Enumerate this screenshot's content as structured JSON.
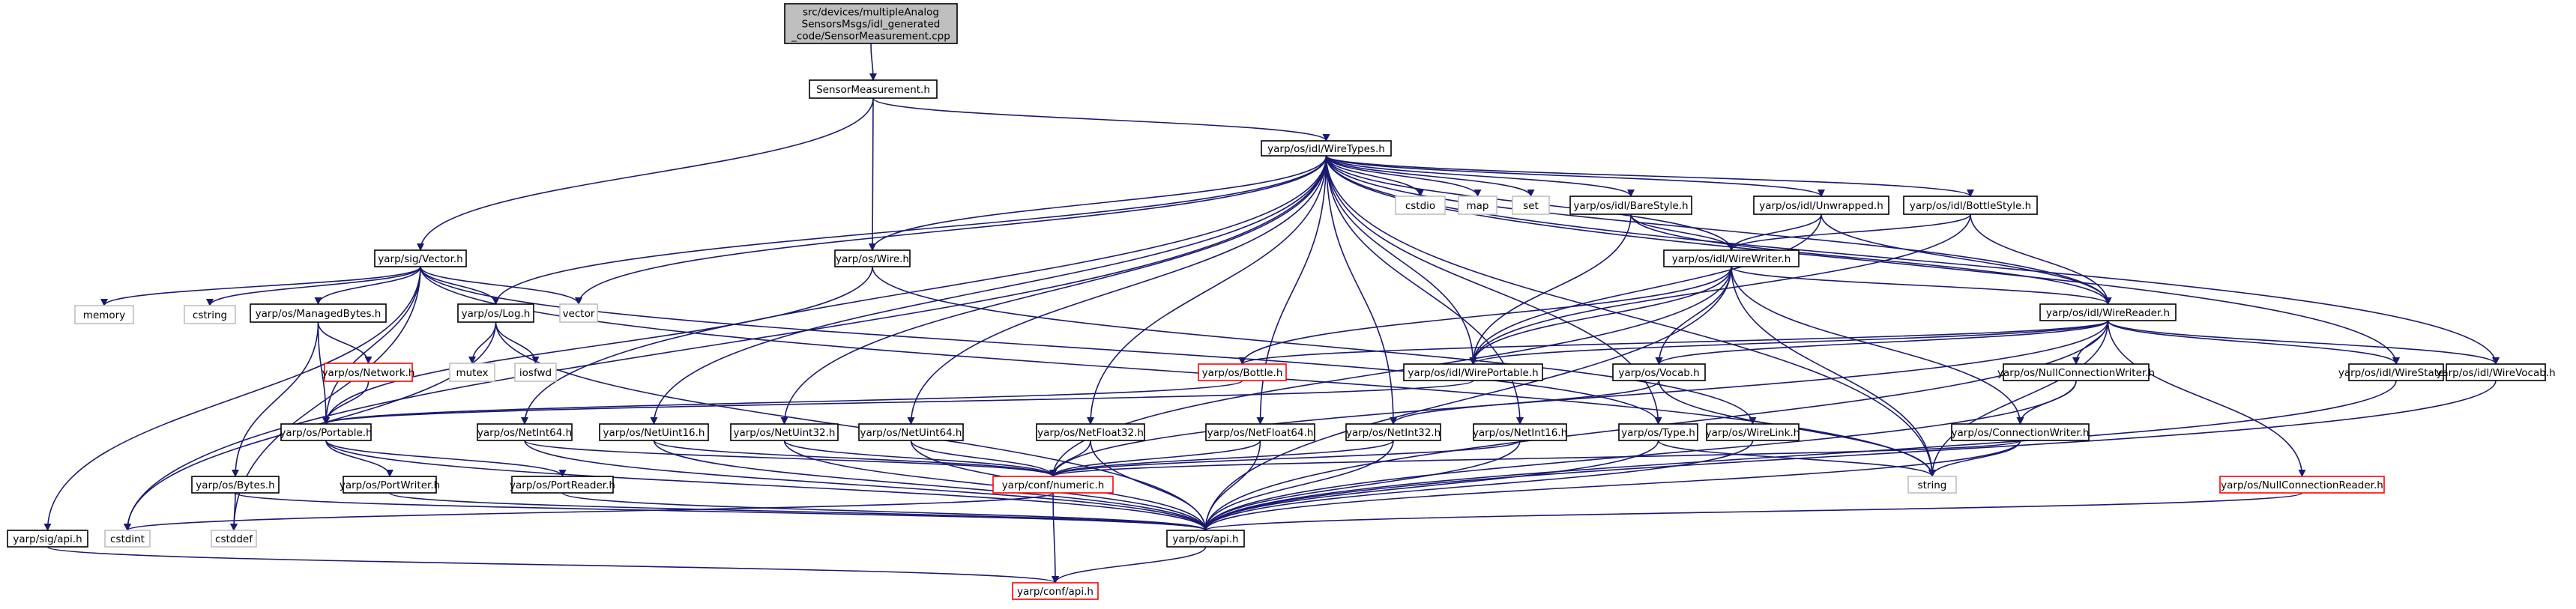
{
  "colors": {
    "edge": "#191970",
    "box_border": "#000000",
    "external_border": "#bfbfbf",
    "error_border": "#ff0000",
    "root_fill": "#bfbfbf",
    "text": "#000000",
    "external_text": "#000000"
  },
  "nodes": [
    {
      "id": "root",
      "lines": [
        "src/devices/multipleAnalog",
        "SensorsMsgs/idl_generated",
        "_code/SensorMeasurement.cpp"
      ],
      "kind": "root"
    },
    {
      "id": "sm",
      "lines": [
        "SensorMeasurement.h"
      ],
      "kind": "normal"
    },
    {
      "id": "wiretypes",
      "lines": [
        "yarp/os/idl/WireTypes.h"
      ],
      "kind": "normal"
    },
    {
      "id": "vector_h",
      "lines": [
        "yarp/sig/Vector.h"
      ],
      "kind": "normal"
    },
    {
      "id": "wire",
      "lines": [
        "yarp/os/Wire.h"
      ],
      "kind": "normal"
    },
    {
      "id": "cstdio",
      "lines": [
        "cstdio"
      ],
      "kind": "external"
    },
    {
      "id": "map",
      "lines": [
        "map"
      ],
      "kind": "external"
    },
    {
      "id": "set",
      "lines": [
        "set"
      ],
      "kind": "external"
    },
    {
      "id": "barestyle",
      "lines": [
        "yarp/os/idl/BareStyle.h"
      ],
      "kind": "normal"
    },
    {
      "id": "unwrapped",
      "lines": [
        "yarp/os/idl/Unwrapped.h"
      ],
      "kind": "normal"
    },
    {
      "id": "bottlestyle",
      "lines": [
        "yarp/os/idl/BottleStyle.h"
      ],
      "kind": "normal"
    },
    {
      "id": "wirewriter",
      "lines": [
        "yarp/os/idl/WireWriter.h"
      ],
      "kind": "normal"
    },
    {
      "id": "wirereader",
      "lines": [
        "yarp/os/idl/WireReader.h"
      ],
      "kind": "normal"
    },
    {
      "id": "memory",
      "lines": [
        "memory"
      ],
      "kind": "external"
    },
    {
      "id": "cstring",
      "lines": [
        "cstring"
      ],
      "kind": "external"
    },
    {
      "id": "managedbytes",
      "lines": [
        "yarp/os/ManagedBytes.h"
      ],
      "kind": "normal"
    },
    {
      "id": "log",
      "lines": [
        "yarp/os/Log.h"
      ],
      "kind": "normal"
    },
    {
      "id": "vector",
      "lines": [
        "vector"
      ],
      "kind": "external"
    },
    {
      "id": "network",
      "lines": [
        "yarp/os/Network.h"
      ],
      "kind": "error"
    },
    {
      "id": "mutex",
      "lines": [
        "mutex"
      ],
      "kind": "external"
    },
    {
      "id": "iosfwd",
      "lines": [
        "iosfwd"
      ],
      "kind": "external"
    },
    {
      "id": "wireportable",
      "lines": [
        "yarp/os/idl/WirePortable.h"
      ],
      "kind": "normal"
    },
    {
      "id": "bottle",
      "lines": [
        "yarp/os/Bottle.h"
      ],
      "kind": "error"
    },
    {
      "id": "vocab",
      "lines": [
        "yarp/os/Vocab.h"
      ],
      "kind": "normal"
    },
    {
      "id": "nullconnwriter",
      "lines": [
        "yarp/os/NullConnectionWriter.h"
      ],
      "kind": "normal"
    },
    {
      "id": "wirestate",
      "lines": [
        "yarp/os/idl/WireState.h"
      ],
      "kind": "normal"
    },
    {
      "id": "wirevocab",
      "lines": [
        "yarp/os/idl/WireVocab.h"
      ],
      "kind": "normal"
    },
    {
      "id": "portable",
      "lines": [
        "yarp/os/Portable.h"
      ],
      "kind": "normal"
    },
    {
      "id": "netint64",
      "lines": [
        "yarp/os/NetInt64.h"
      ],
      "kind": "normal"
    },
    {
      "id": "netuint16",
      "lines": [
        "yarp/os/NetUint16.h"
      ],
      "kind": "normal"
    },
    {
      "id": "netuint32",
      "lines": [
        "yarp/os/NetUint32.h"
      ],
      "kind": "normal"
    },
    {
      "id": "netuint64",
      "lines": [
        "yarp/os/NetUint64.h"
      ],
      "kind": "normal"
    },
    {
      "id": "netfloat32",
      "lines": [
        "yarp/os/NetFloat32.h"
      ],
      "kind": "normal"
    },
    {
      "id": "netfloat64",
      "lines": [
        "yarp/os/NetFloat64.h"
      ],
      "kind": "normal"
    },
    {
      "id": "netint32",
      "lines": [
        "yarp/os/NetInt32.h"
      ],
      "kind": "normal"
    },
    {
      "id": "netint16",
      "lines": [
        "yarp/os/NetInt16.h"
      ],
      "kind": "normal"
    },
    {
      "id": "type",
      "lines": [
        "yarp/os/Type.h"
      ],
      "kind": "normal"
    },
    {
      "id": "wirelink",
      "lines": [
        "yarp/os/WireLink.h"
      ],
      "kind": "normal"
    },
    {
      "id": "connwriter",
      "lines": [
        "yarp/os/ConnectionWriter.h"
      ],
      "kind": "normal"
    },
    {
      "id": "string",
      "lines": [
        "string"
      ],
      "kind": "external"
    },
    {
      "id": "bytes",
      "lines": [
        "yarp/os/Bytes.h"
      ],
      "kind": "normal"
    },
    {
      "id": "portwriter",
      "lines": [
        "yarp/os/PortWriter.h"
      ],
      "kind": "normal"
    },
    {
      "id": "portreader",
      "lines": [
        "yarp/os/PortReader.h"
      ],
      "kind": "normal"
    },
    {
      "id": "numeric",
      "lines": [
        "yarp/conf/numeric.h"
      ],
      "kind": "error"
    },
    {
      "id": "nullconnreader",
      "lines": [
        "yarp/os/NullConnectionReader.h"
      ],
      "kind": "error"
    },
    {
      "id": "sigapi",
      "lines": [
        "yarp/sig/api.h"
      ],
      "kind": "normal"
    },
    {
      "id": "cstdint",
      "lines": [
        "cstdint"
      ],
      "kind": "external"
    },
    {
      "id": "cstddef",
      "lines": [
        "cstddef"
      ],
      "kind": "external"
    },
    {
      "id": "osapi",
      "lines": [
        "yarp/os/api.h"
      ],
      "kind": "normal"
    },
    {
      "id": "confapi",
      "lines": [
        "yarp/conf/api.h"
      ],
      "kind": "error"
    }
  ],
  "edges": [
    [
      "root",
      "sm"
    ],
    [
      "sm",
      "wiretypes"
    ],
    [
      "sm",
      "vector_h"
    ],
    [
      "sm",
      "wire"
    ],
    [
      "wiretypes",
      "cstdio"
    ],
    [
      "wiretypes",
      "map"
    ],
    [
      "wiretypes",
      "set"
    ],
    [
      "wiretypes",
      "barestyle"
    ],
    [
      "wiretypes",
      "unwrapped"
    ],
    [
      "wiretypes",
      "bottlestyle"
    ],
    [
      "wiretypes",
      "wirewriter"
    ],
    [
      "wiretypes",
      "wirereader"
    ],
    [
      "wiretypes",
      "wire"
    ],
    [
      "wiretypes",
      "log"
    ],
    [
      "wiretypes",
      "vector"
    ],
    [
      "wiretypes",
      "cstdint"
    ],
    [
      "wiretypes",
      "wireportable"
    ],
    [
      "wiretypes",
      "wirestate"
    ],
    [
      "wiretypes",
      "wirevocab"
    ],
    [
      "wiretypes",
      "string"
    ],
    [
      "wiretypes",
      "netint64"
    ],
    [
      "wiretypes",
      "netuint16"
    ],
    [
      "wiretypes",
      "netuint32"
    ],
    [
      "wiretypes",
      "netuint64"
    ],
    [
      "wiretypes",
      "netfloat32"
    ],
    [
      "wiretypes",
      "netfloat64"
    ],
    [
      "wiretypes",
      "netint32"
    ],
    [
      "wiretypes",
      "netint16"
    ],
    [
      "wiretypes",
      "type"
    ],
    [
      "vector_h",
      "memory"
    ],
    [
      "vector_h",
      "cstring"
    ],
    [
      "vector_h",
      "managedbytes"
    ],
    [
      "vector_h",
      "log"
    ],
    [
      "vector_h",
      "vector"
    ],
    [
      "vector_h",
      "portable"
    ],
    [
      "vector_h",
      "sigapi"
    ],
    [
      "vector_h",
      "cstddef"
    ],
    [
      "vector_h",
      "type"
    ],
    [
      "vector_h",
      "string"
    ],
    [
      "wire",
      "portable"
    ],
    [
      "wire",
      "wirelink"
    ],
    [
      "barestyle",
      "wirewriter"
    ],
    [
      "barestyle",
      "wirereader"
    ],
    [
      "barestyle",
      "wireportable"
    ],
    [
      "unwrapped",
      "wirewriter"
    ],
    [
      "unwrapped",
      "wirereader"
    ],
    [
      "unwrapped",
      "wireportable"
    ],
    [
      "bottlestyle",
      "wirewriter"
    ],
    [
      "bottlestyle",
      "wirereader"
    ],
    [
      "bottlestyle",
      "wireportable"
    ],
    [
      "wirewriter",
      "wirereader"
    ],
    [
      "wirewriter",
      "wireportable"
    ],
    [
      "wirewriter",
      "bottle"
    ],
    [
      "wirewriter",
      "vocab"
    ],
    [
      "wirewriter",
      "connwriter"
    ],
    [
      "wirewriter",
      "string"
    ],
    [
      "wirewriter",
      "osapi"
    ],
    [
      "wirewriter",
      "numeric"
    ],
    [
      "wirereader",
      "wireportable"
    ],
    [
      "wirereader",
      "bottle"
    ],
    [
      "wirereader",
      "vocab"
    ],
    [
      "wirereader",
      "nullconnwriter"
    ],
    [
      "wirereader",
      "wirestate"
    ],
    [
      "wirereader",
      "wirevocab"
    ],
    [
      "wirereader",
      "nullconnreader"
    ],
    [
      "wirereader",
      "string"
    ],
    [
      "wirereader",
      "osapi"
    ],
    [
      "wirereader",
      "numeric"
    ],
    [
      "managedbytes",
      "network"
    ],
    [
      "managedbytes",
      "portable"
    ],
    [
      "managedbytes",
      "bytes"
    ],
    [
      "network",
      "portable"
    ],
    [
      "log",
      "mutex"
    ],
    [
      "log",
      "iosfwd"
    ],
    [
      "log",
      "cstdint"
    ],
    [
      "log",
      "osapi"
    ],
    [
      "wireportable",
      "portable"
    ],
    [
      "bottle",
      "portable"
    ],
    [
      "vocab",
      "string"
    ],
    [
      "vocab",
      "netint32"
    ],
    [
      "nullconnwriter",
      "connwriter"
    ],
    [
      "nullconnwriter",
      "osapi"
    ],
    [
      "wirestate",
      "osapi"
    ],
    [
      "wirevocab",
      "osapi"
    ],
    [
      "portable",
      "portwriter"
    ],
    [
      "portable",
      "portreader"
    ],
    [
      "portable",
      "osapi"
    ],
    [
      "netint64",
      "numeric"
    ],
    [
      "netint64",
      "osapi"
    ],
    [
      "netuint16",
      "numeric"
    ],
    [
      "netuint16",
      "osapi"
    ],
    [
      "netuint32",
      "numeric"
    ],
    [
      "netuint32",
      "osapi"
    ],
    [
      "netuint64",
      "numeric"
    ],
    [
      "netuint64",
      "osapi"
    ],
    [
      "netfloat32",
      "numeric"
    ],
    [
      "netfloat32",
      "osapi"
    ],
    [
      "netfloat64",
      "numeric"
    ],
    [
      "netfloat64",
      "osapi"
    ],
    [
      "netint32",
      "numeric"
    ],
    [
      "netint32",
      "osapi"
    ],
    [
      "netint16",
      "numeric"
    ],
    [
      "netint16",
      "osapi"
    ],
    [
      "type",
      "string"
    ],
    [
      "type",
      "osapi"
    ],
    [
      "wirelink",
      "osapi"
    ],
    [
      "connwriter",
      "string"
    ],
    [
      "connwriter",
      "osapi"
    ],
    [
      "connwriter",
      "numeric"
    ],
    [
      "bytes",
      "cstddef"
    ],
    [
      "bytes",
      "osapi"
    ],
    [
      "portwriter",
      "osapi"
    ],
    [
      "portreader",
      "osapi"
    ],
    [
      "numeric",
      "confapi"
    ],
    [
      "numeric",
      "cstdint"
    ],
    [
      "nullconnreader",
      "osapi"
    ],
    [
      "sigapi",
      "confapi"
    ],
    [
      "osapi",
      "confapi"
    ]
  ]
}
